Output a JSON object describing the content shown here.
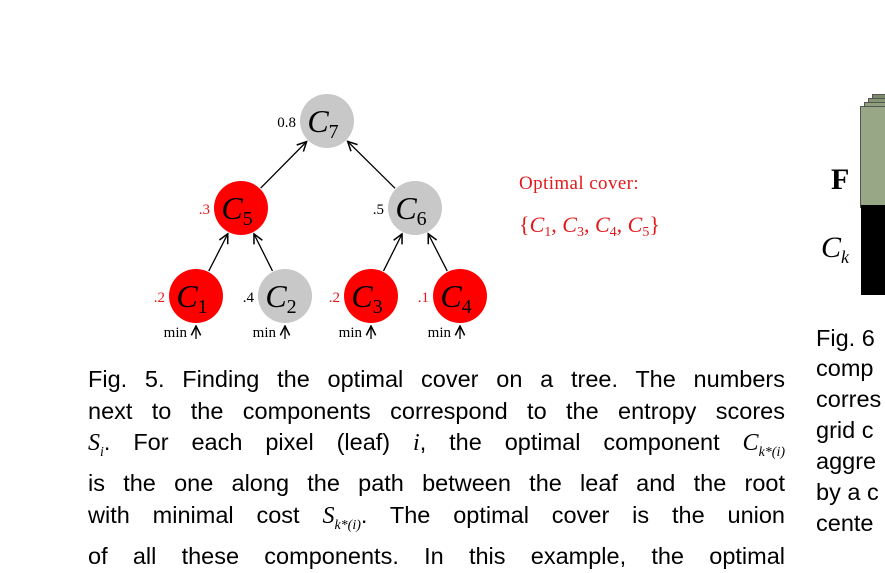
{
  "tree": {
    "nodes": [
      {
        "id": "C7",
        "letter": "C",
        "sub": "7",
        "score": "0.8",
        "selected": false
      },
      {
        "id": "C5",
        "letter": "C",
        "sub": "5",
        "score": ".3",
        "selected": true
      },
      {
        "id": "C6",
        "letter": "C",
        "sub": "6",
        "score": ".5",
        "selected": false
      },
      {
        "id": "C1",
        "letter": "C",
        "sub": "1",
        "score": ".2",
        "selected": true
      },
      {
        "id": "C2",
        "letter": "C",
        "sub": "2",
        "score": ".4",
        "selected": false
      },
      {
        "id": "C3",
        "letter": "C",
        "sub": "3",
        "score": ".2",
        "selected": true
      },
      {
        "id": "C4",
        "letter": "C",
        "sub": "4",
        "score": ".1",
        "selected": true
      }
    ],
    "edges": [
      [
        "C5",
        "C7"
      ],
      [
        "C6",
        "C7"
      ],
      [
        "C1",
        "C5"
      ],
      [
        "C2",
        "C5"
      ],
      [
        "C3",
        "C6"
      ],
      [
        "C4",
        "C6"
      ]
    ],
    "leaf_label": "min",
    "colors": {
      "selected": "#ff0000",
      "unselected": "#c8c8c8",
      "selected_score": "#e31a1c",
      "score": "#000000"
    }
  },
  "cover": {
    "title": "Optimal cover:",
    "set_open": "{",
    "set_close": "}",
    "set_items": [
      {
        "letter": "C",
        "sub": "1"
      },
      {
        "letter": "C",
        "sub": "3"
      },
      {
        "letter": "C",
        "sub": "4"
      },
      {
        "letter": "C",
        "sub": "5"
      }
    ]
  },
  "caption": {
    "line1": "Fig. 5.  Finding the optimal cover on a tree. The numbers",
    "line2": "next to the components correspond to the entropy scores",
    "line3_math": "S",
    "line3_math_sub": "i",
    "line3_rest": ". For each pixel (leaf) ",
    "line3_i": "i",
    "line3_rest2": ", the optimal component ",
    "line3_C": "C",
    "line3_C_sub": "k*(i)",
    "line4": "is the one along the path between the leaf and the root",
    "line5_a": "with minimal cost ",
    "line5_S": "S",
    "line5_S_sub": "k*(i)",
    "line5_b": ". The optimal cover is the union",
    "line6": "of all these components. In this example, the optimal"
  },
  "fig6": {
    "label_F": "F",
    "label_C": "C",
    "label_C_sub": "k",
    "caption_fragments": [
      "Fig. 6",
      "comp",
      "corres",
      "grid c",
      "aggre",
      "by a c",
      "cente"
    ]
  }
}
